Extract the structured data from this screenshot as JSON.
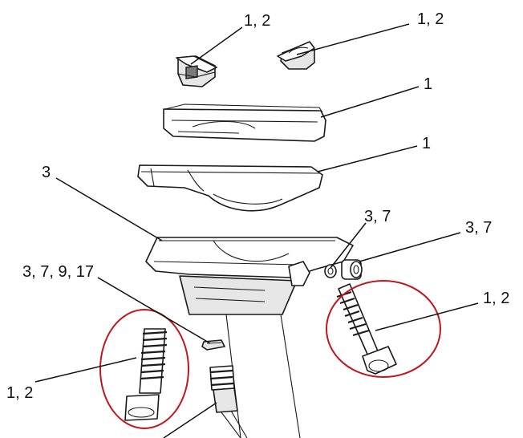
{
  "callouts": {
    "top_left_clamp": "1, 2",
    "top_right_clamp": "1, 2",
    "upper_cradle": "1",
    "lower_cradle": "1",
    "seatpost_head": "3",
    "small_washer": "3, 7",
    "barrel_nut": "3, 7",
    "small_shim": "3, 7, 9, 17",
    "right_bolt": "1, 2",
    "left_bolt": "1, 2"
  },
  "colors": {
    "line": "#1a1a1a",
    "highlight": "#c0151b",
    "background": "#ffffff"
  }
}
